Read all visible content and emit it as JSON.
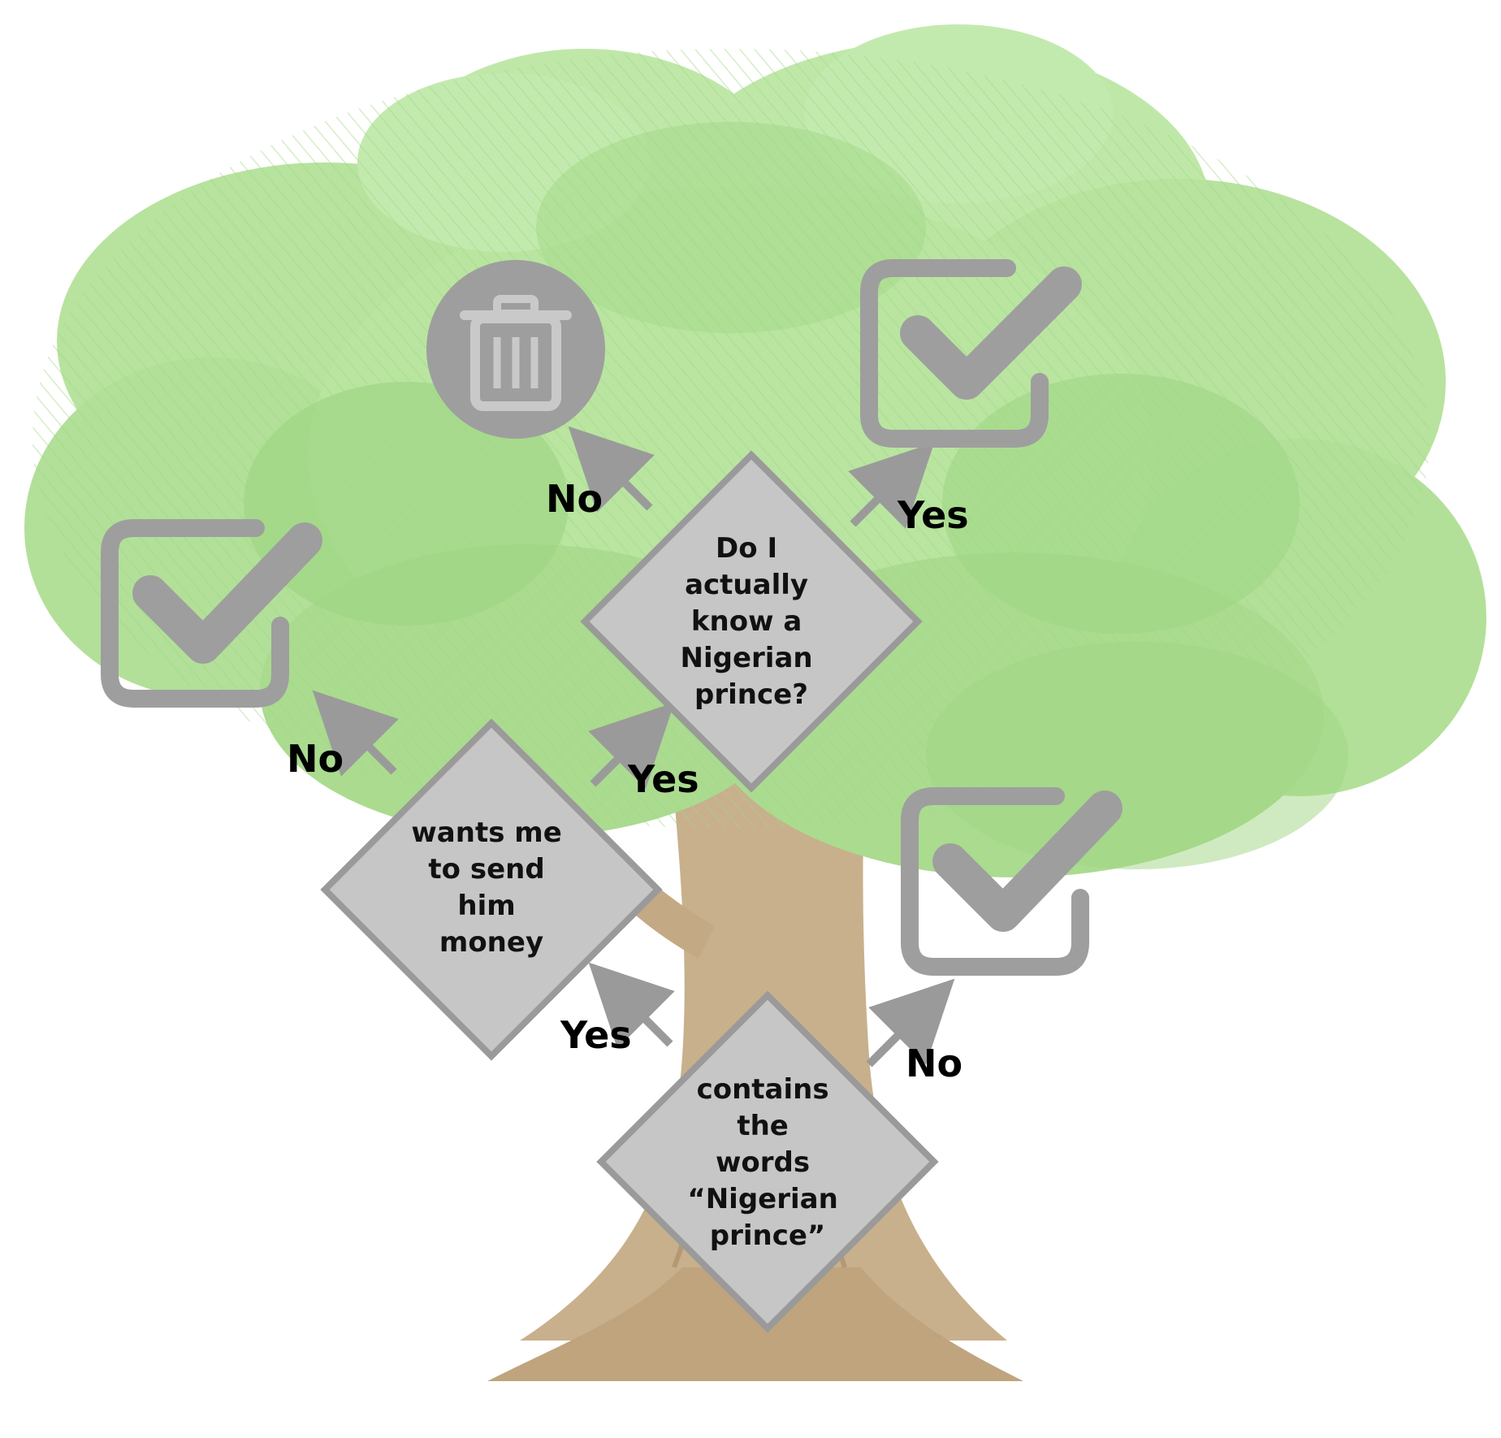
{
  "colors": {
    "node_fill": "#c6c6c6",
    "node_stroke": "#9a9a9a",
    "icon": "#9e9e9e",
    "foliage_light": "#bfe8a8",
    "foliage_mid": "#a8dc8e",
    "foliage_dark": "#8fcd78",
    "trunk": "#c8b08c",
    "trunk_dark": "#b39a74"
  },
  "icons": [
    "trash-icon",
    "checkbox-checked-icon"
  ],
  "nodes": {
    "root": {
      "lines": [
        "contains",
        "the",
        "words",
        "“Nigerian",
        "prince”"
      ]
    },
    "money": {
      "lines": [
        "wants me",
        "to send",
        "him",
        "money"
      ]
    },
    "prince": {
      "lines": [
        "Do I",
        "actually",
        "know a",
        "Nigerian",
        "prince?"
      ]
    }
  },
  "edges": {
    "root_no": "No",
    "root_yes": "Yes",
    "money_no": "No",
    "money_yes": "Yes",
    "prince_no": "No",
    "prince_yes": "Yes"
  }
}
